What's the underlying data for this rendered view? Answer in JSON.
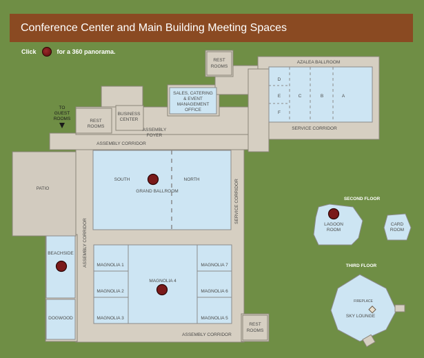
{
  "title": "Conference Center and Main Building Meeting Spaces",
  "legend": {
    "click_label": "Click",
    "suffix_label": "for a 360 panorama."
  },
  "labels": {
    "rest_rooms_top": [
      "REST",
      "ROOMS"
    ],
    "azalea_ballroom": "AZALEA BALLROOM",
    "azalea_d": "D",
    "azalea_e": "E",
    "azalea_f": "F",
    "azalea_c": "C",
    "azalea_b": "B",
    "azalea_a": "A",
    "service_corridor_top": "SERVICE CORRIDOR",
    "sales_office": [
      "SALES, CATERING",
      "& EVENT",
      "MANAGEMENT",
      "OFFICE"
    ],
    "to_guest_rooms": [
      "TO",
      "GUEST",
      "ROOMS"
    ],
    "rest_rooms_left": [
      "REST",
      "ROOMS"
    ],
    "business_center": [
      "BUSINESS",
      "CENTER"
    ],
    "assembly_foyer": [
      "ASSEMBLY",
      "FOYER"
    ],
    "assembly_corridor_top": "ASSEMBLY CORRIDOR",
    "patio": "PATIO",
    "south": "SOUTH",
    "north": "NORTH",
    "grand_ballroom": "GRAND BALLROOM",
    "service_corridor_right": "SERVICE CORRIDOR",
    "assembly_corridor_left": "ASSEMBLY CORRIDOR",
    "beachside": "BEACHSIDE",
    "dogwood": "DOGWOOD",
    "magnolia_1": "MAGNOLIA 1",
    "magnolia_2": "MAGNOLIA 2",
    "magnolia_3": "MAGNOLIA 3",
    "magnolia_4": "MAGNOLIA 4",
    "magnolia_5": "MAGNOLIA 5",
    "magnolia_6": "MAGNOLIA 6",
    "magnolia_7": "MAGNOLIA 7",
    "rest_rooms_bottom": [
      "REST",
      "ROOMS"
    ],
    "assembly_corridor_bottom": "ASSEMBLY CORRIDOR",
    "second_floor": "SECOND FLOOR",
    "lagoon_room": [
      "LAGOON",
      "ROOM"
    ],
    "card_room": [
      "CARD",
      "ROOM"
    ],
    "third_floor": "THIRD FLOOR",
    "fireplace": "FIREPLACE",
    "sky_lounge": "SKY LOUNGE"
  },
  "colors": {
    "background": "#6f8e45",
    "title_bar": "#8a4a22",
    "room_fill": "#cde5f3",
    "wall_fill": "#d6cfc2",
    "hotspot": "#7a1a1a"
  }
}
